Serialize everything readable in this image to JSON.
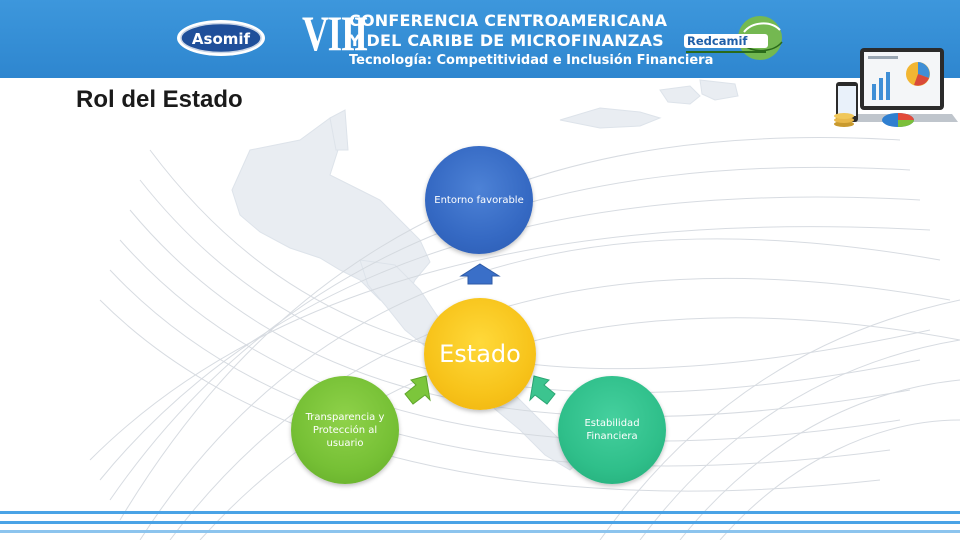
{
  "header": {
    "numeral": "VIII",
    "conference_line1": "CONFERENCIA CENTROAMERICANA",
    "conference_line2": "Y DEL CARIBE DE MICROFINANZAS",
    "subtitle": "Tecnología: Competitividad e Inclusión Financiera",
    "logo_left": "Asomif",
    "logo_right": "Redcamif"
  },
  "page": {
    "title": "Rol del Estado"
  },
  "diagram": {
    "center": "Estado",
    "nodes": {
      "top": "Entorno favorable",
      "right": "Estabilidad Financiera",
      "left": "Transparencia y Protección al usuario"
    }
  },
  "colors": {
    "banner": "#2e86cf",
    "center": "#f7c31a",
    "top": "#3569c3",
    "right": "#2fbf8a",
    "left": "#76c035"
  }
}
